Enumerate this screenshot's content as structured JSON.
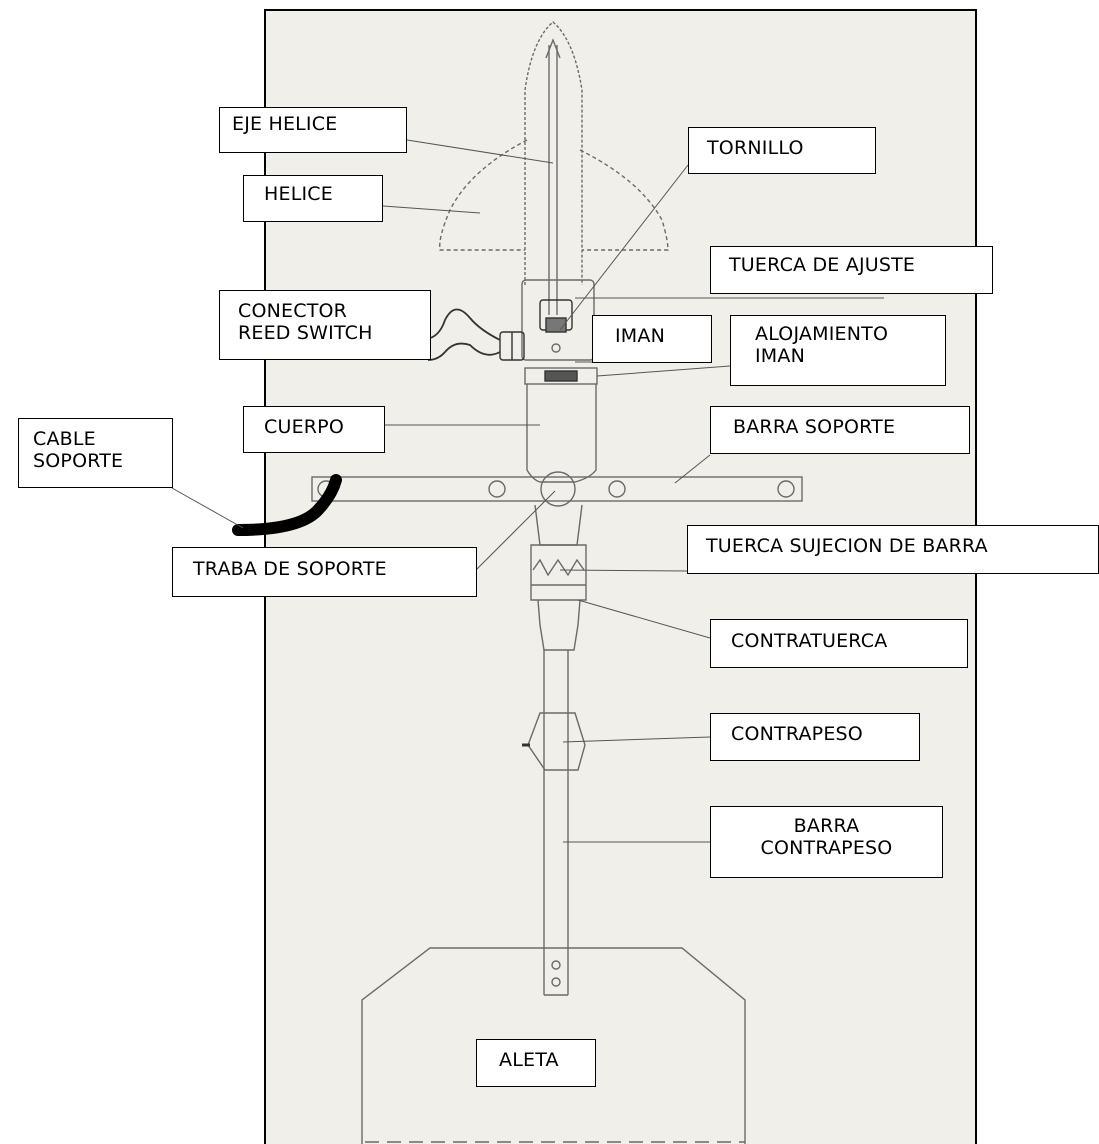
{
  "labels": {
    "eje_helice": "EJE HELICE",
    "helice": "HELICE",
    "tornillo": "TORNILLO",
    "tuerca_ajuste": "TUERCA DE AJUSTE",
    "conector_1": "CONECTOR",
    "conector_2": "REED SWITCH",
    "iman": "IMAN",
    "alojamiento_1": "ALOJAMIENTO",
    "alojamiento_2": "IMAN",
    "cable_1": "CABLE",
    "cable_2": "SOPORTE",
    "cuerpo": "CUERPO",
    "barra_soporte": "BARRA SOPORTE",
    "traba_soporte": "TRABA DE SOPORTE",
    "tuerca_sujecion": "TUERCA SUJECION DE BARRA",
    "contratuerca": "CONTRATUERCA",
    "contrapeso": "CONTRAPESO",
    "barra_contrapeso_1": "BARRA",
    "barra_contrapeso_2": "CONTRAPESO",
    "aleta": "ALETA"
  },
  "colors": {
    "paper": "#f1efea",
    "line": "#6a6a6a",
    "cable": "#000000"
  }
}
